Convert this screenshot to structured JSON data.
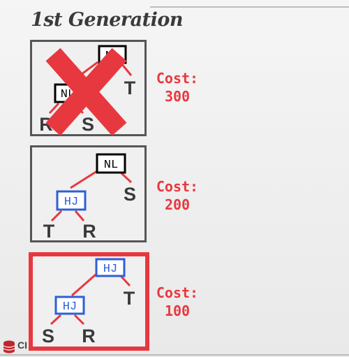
{
  "title": "1st Generation",
  "plans": [
    {
      "root": "NL",
      "inner": "NL",
      "leaves": [
        "R",
        "S",
        "T"
      ],
      "cost_label": "Cost:",
      "cost_value": "300",
      "rejected": true
    },
    {
      "root": "NL",
      "inner": "HJ",
      "leaves": [
        "T",
        "R",
        "S"
      ],
      "cost_label": "Cost:",
      "cost_value": "200",
      "rejected": false
    },
    {
      "root": "HJ",
      "inner": "HJ",
      "leaves": [
        "S",
        "R",
        "T"
      ],
      "cost_label": "Cost:",
      "cost_value": "100",
      "selected": true
    }
  ],
  "footer": {
    "text": "CI"
  },
  "colors": {
    "accent": "#e8383f",
    "hash_join": "#2e5fd6",
    "nested_loop": "#000000",
    "text_dark": "#3a3a3a"
  }
}
